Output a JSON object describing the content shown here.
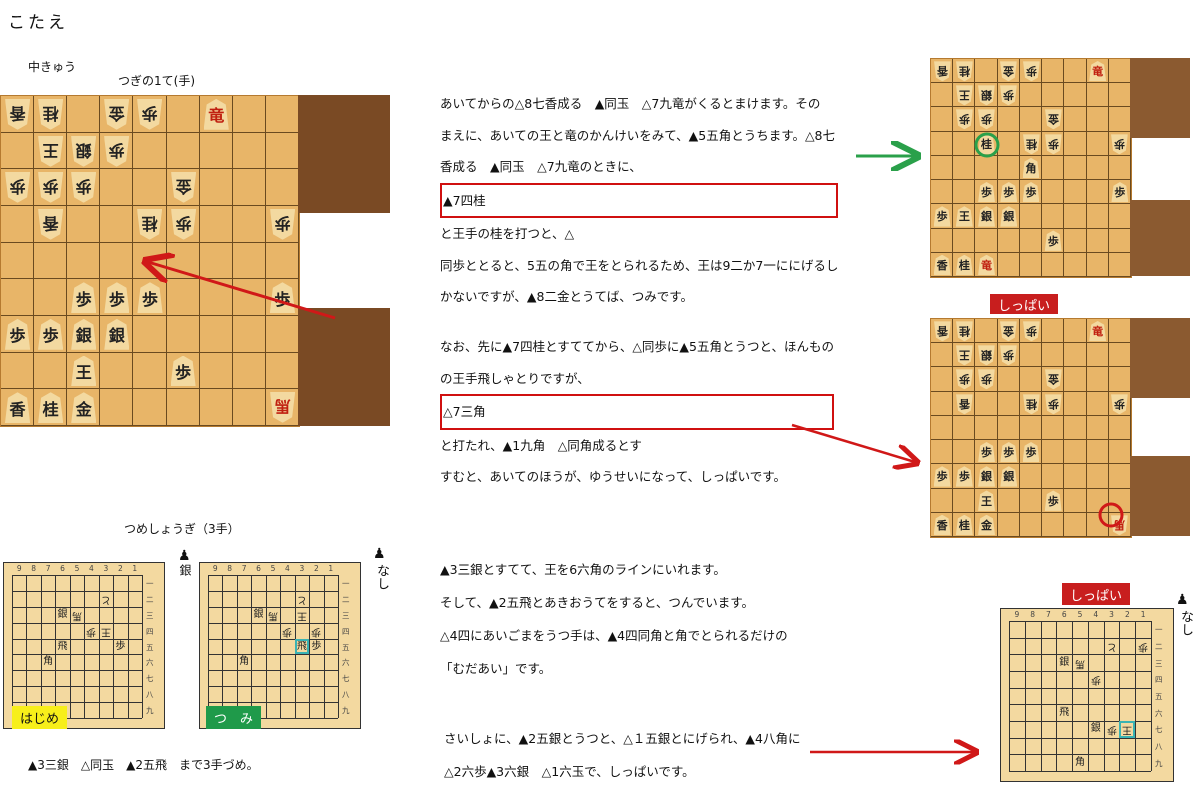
{
  "page": {
    "title": "こたえ",
    "level": "中きゅう",
    "next_move_label": "つぎの1て(手)",
    "tsume_label": "つめしょうぎ（3手）",
    "solution": "▲3三銀　△同玉　▲2五飛　まで3手づめ。"
  },
  "explanation": {
    "p1": [
      "あいてからの△8七香成る　▲同玉　△7九竜がくるとまけます。その",
      "まえに、あいての王と竜のかんけいをみて、▲5五角とうちます。△8七",
      "香成る　▲同玉　△7九竜のときに、",
      "▲7四桂",
      "と王手の桂を打つと、△",
      "同歩ととると、5五の角で王をとられるため、王は9二か7一ににげるし",
      "かないですが、▲8二金とうてば、つみです。"
    ],
    "p2": [
      "なお、先に▲7四桂とすててから、△同歩に▲5五角とうつと、ほんもの",
      "の王手飛しゃとりですが、",
      "△7三角",
      "と打たれ、▲1九角　△同角成るとす",
      "すむと、あいてのほうが、ゆうせいになって、しっぱいです。"
    ],
    "p3": [
      "▲3三銀とすてて、王を6六角のラインにいれます。",
      "そして、▲2五飛とあきおうてをすると、つんでいます。",
      "△4四にあいごまをうつ手は、▲4四同角と角でとられるだけの",
      "「むだあい」です。"
    ],
    "p4": [
      "さいしょに、▲2五銀とうつと、△１五銀とにげられ、▲4八角に",
      "△2六歩▲3六銀　△1六玉で、しっぱいです。"
    ]
  },
  "boards": {
    "failure_label": "しっぱい",
    "hajime_label": "はじめ",
    "tsumi_label": "つ　み",
    "nashi_label": "なし",
    "hand_gin": "銀",
    "col_numbers": [
      "9",
      "8",
      "7",
      "6",
      "5",
      "4",
      "3",
      "2",
      "1"
    ],
    "row_numbers": [
      "一",
      "二",
      "三",
      "四",
      "五",
      "六",
      "七",
      "八",
      "九"
    ]
  },
  "colors": {
    "red_frame": "#d01010",
    "red_arrow": "#d01818",
    "green_arrow": "#2aa04a",
    "hajime_bg": "#f7ef1a",
    "tsumi_bg": "#1f9a4a",
    "board_wood": "#e8b568",
    "diagram_wood": "#f3d9a0"
  }
}
